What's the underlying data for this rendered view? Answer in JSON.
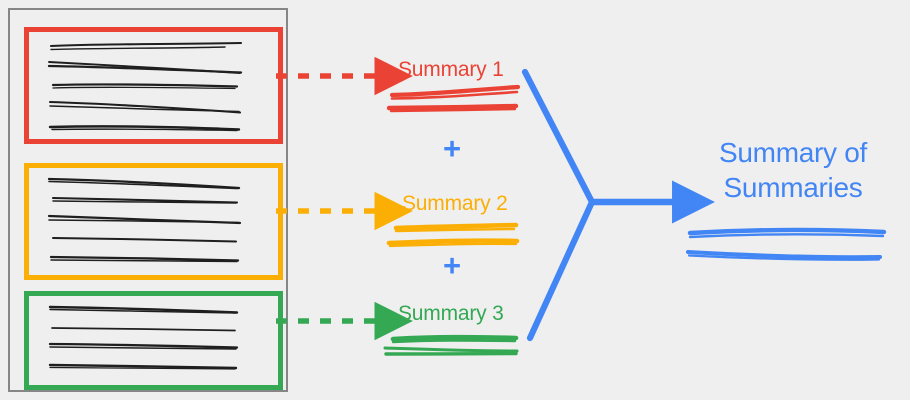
{
  "diagram": {
    "title": "Summary of Summaries pipeline",
    "background_color": "#efefef",
    "source_container": {
      "name": "document-stack",
      "border_color": "#868686",
      "chunks": [
        {
          "id": "chunk-1",
          "color": "#ea4335",
          "color_name": "red",
          "text_line_count": 5
        },
        {
          "id": "chunk-2",
          "color": "#fbaf05",
          "color_name": "orange",
          "text_line_count": 5
        },
        {
          "id": "chunk-3",
          "color": "#34a853",
          "color_name": "green",
          "text_line_count": 4
        }
      ]
    },
    "summaries": [
      {
        "id": "summary-1",
        "label": "Summary 1",
        "color": "#ea4335",
        "squiggle_line_count": 2
      },
      {
        "id": "summary-2",
        "label": "Summary 2",
        "color": "#fbaf05",
        "squiggle_line_count": 2
      },
      {
        "id": "summary-3",
        "label": "Summary 3",
        "color": "#34a853",
        "squiggle_line_count": 2
      }
    ],
    "operators": [
      {
        "id": "plus-1",
        "symbol": "+",
        "color": "#4285f4"
      },
      {
        "id": "plus-2",
        "symbol": "+",
        "color": "#4285f4"
      }
    ],
    "arrows": [
      {
        "id": "arrow-chunk-1",
        "style": "dashed",
        "color": "#ea4335",
        "direction": "right"
      },
      {
        "id": "arrow-chunk-2",
        "style": "dashed",
        "color": "#fbaf05",
        "direction": "right"
      },
      {
        "id": "arrow-chunk-3",
        "style": "dashed",
        "color": "#34a853",
        "direction": "right"
      },
      {
        "id": "merge-arrow",
        "style": "solid",
        "color": "#4285f4",
        "direction": "right",
        "shape": "converging-y"
      }
    ],
    "final_output": {
      "id": "summary-of-summaries",
      "line1": "Summary of",
      "line2": "Summaries",
      "color": "#4285f4",
      "squiggle_line_count": 2
    }
  }
}
